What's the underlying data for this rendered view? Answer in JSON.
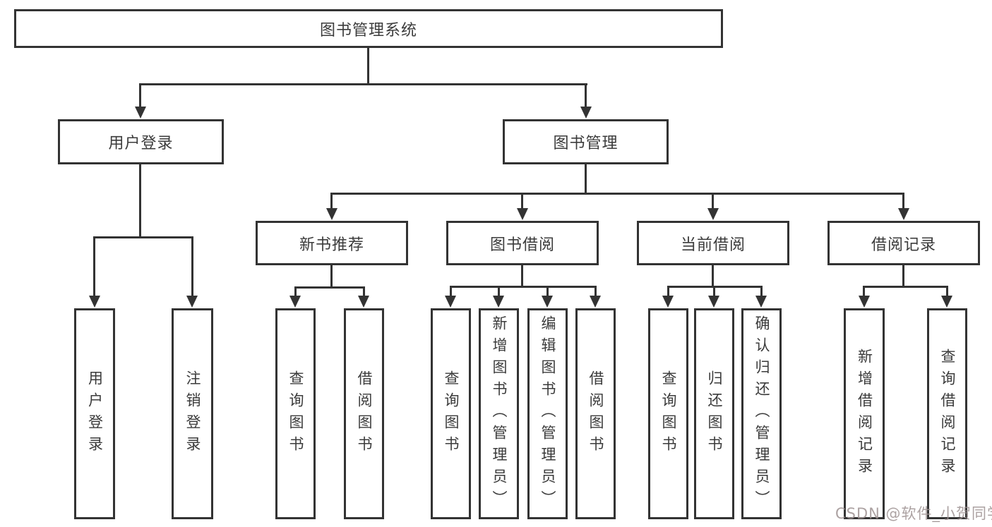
{
  "diagram": {
    "kind": "functional-structure-tree",
    "colors": {
      "line": "#333333",
      "box_border": "#333333",
      "box_background": "#ffffff",
      "text": "#3b3b3b",
      "page_background": "#ffffff",
      "watermark_text_color": "#9e9292"
    },
    "watermark": "CSDN @软件_小贺同学"
  },
  "tree": {
    "label": "图书管理系统",
    "children": [
      {
        "label": "用户登录",
        "children": [
          {
            "label": "用户登录"
          },
          {
            "label": "注销登录"
          }
        ]
      },
      {
        "label": "图书管理",
        "children": [
          {
            "label": "新书推荐",
            "children": [
              {
                "label": "查询图书"
              },
              {
                "label": "借阅图书"
              }
            ]
          },
          {
            "label": "图书借阅",
            "children": [
              {
                "label": "查询图书"
              },
              {
                "label": "新增图书（管理员）"
              },
              {
                "label": "编辑图书（管理员）"
              },
              {
                "label": "借阅图书"
              }
            ]
          },
          {
            "label": "当前借阅",
            "children": [
              {
                "label": "查询图书"
              },
              {
                "label": "归还图书"
              },
              {
                "label": "确认归还（管理员）"
              }
            ]
          },
          {
            "label": "借阅记录",
            "children": [
              {
                "label": "新增借阅记录"
              },
              {
                "label": "查询借阅记录"
              }
            ]
          }
        ]
      }
    ]
  }
}
